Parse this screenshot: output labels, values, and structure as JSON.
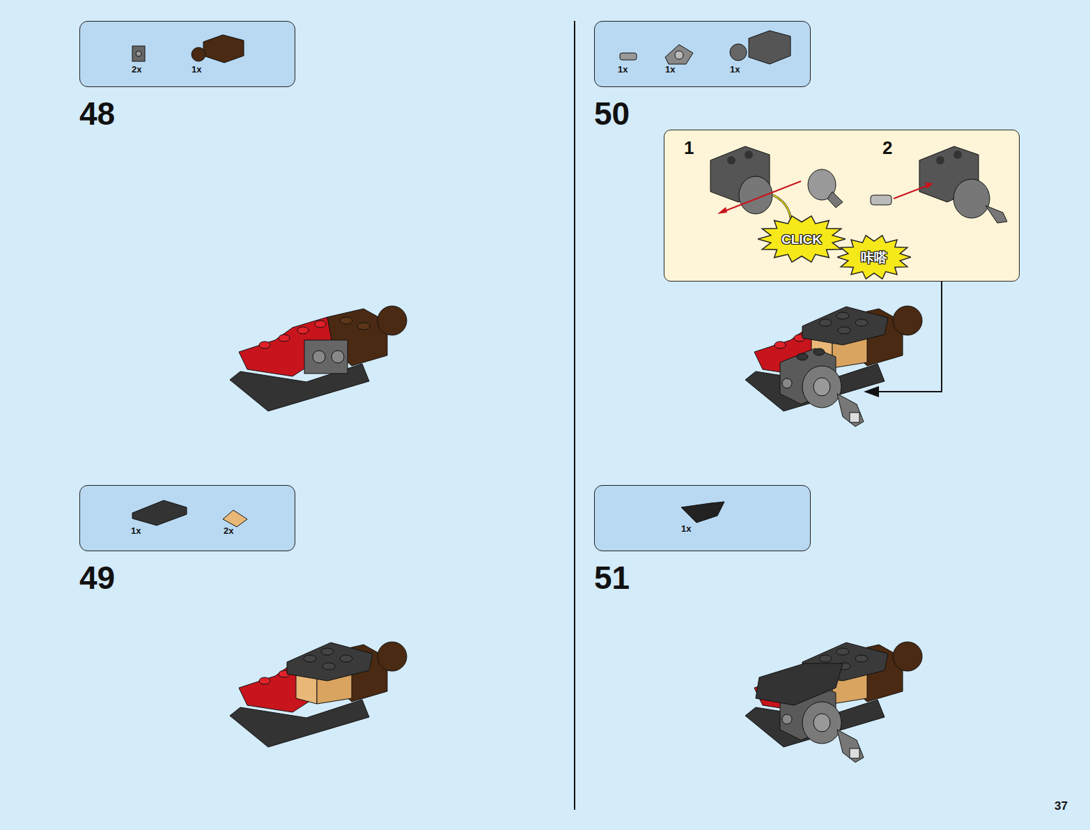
{
  "diagram": {
    "nodes": [
      {
        "text": [
          "2x",
          "1x"
        ]
      },
      {
        "text": [
          "1x",
          "1x",
          "1x"
        ]
      },
      {
        "text": [
          "1",
          "2"
        ]
      },
      {
        "text": [
          "CLICK"
        ],
        "in": 2
      },
      {
        "text": [
          "咔嗒"
        ],
        "in": 2
      },
      {
        "text": [
          "1x",
          "2x"
        ]
      },
      {
        "text": [
          "1x"
        ]
      }
    ],
    "labels": [
      "48",
      "50",
      "49",
      "51",
      "37"
    ]
  }
}
